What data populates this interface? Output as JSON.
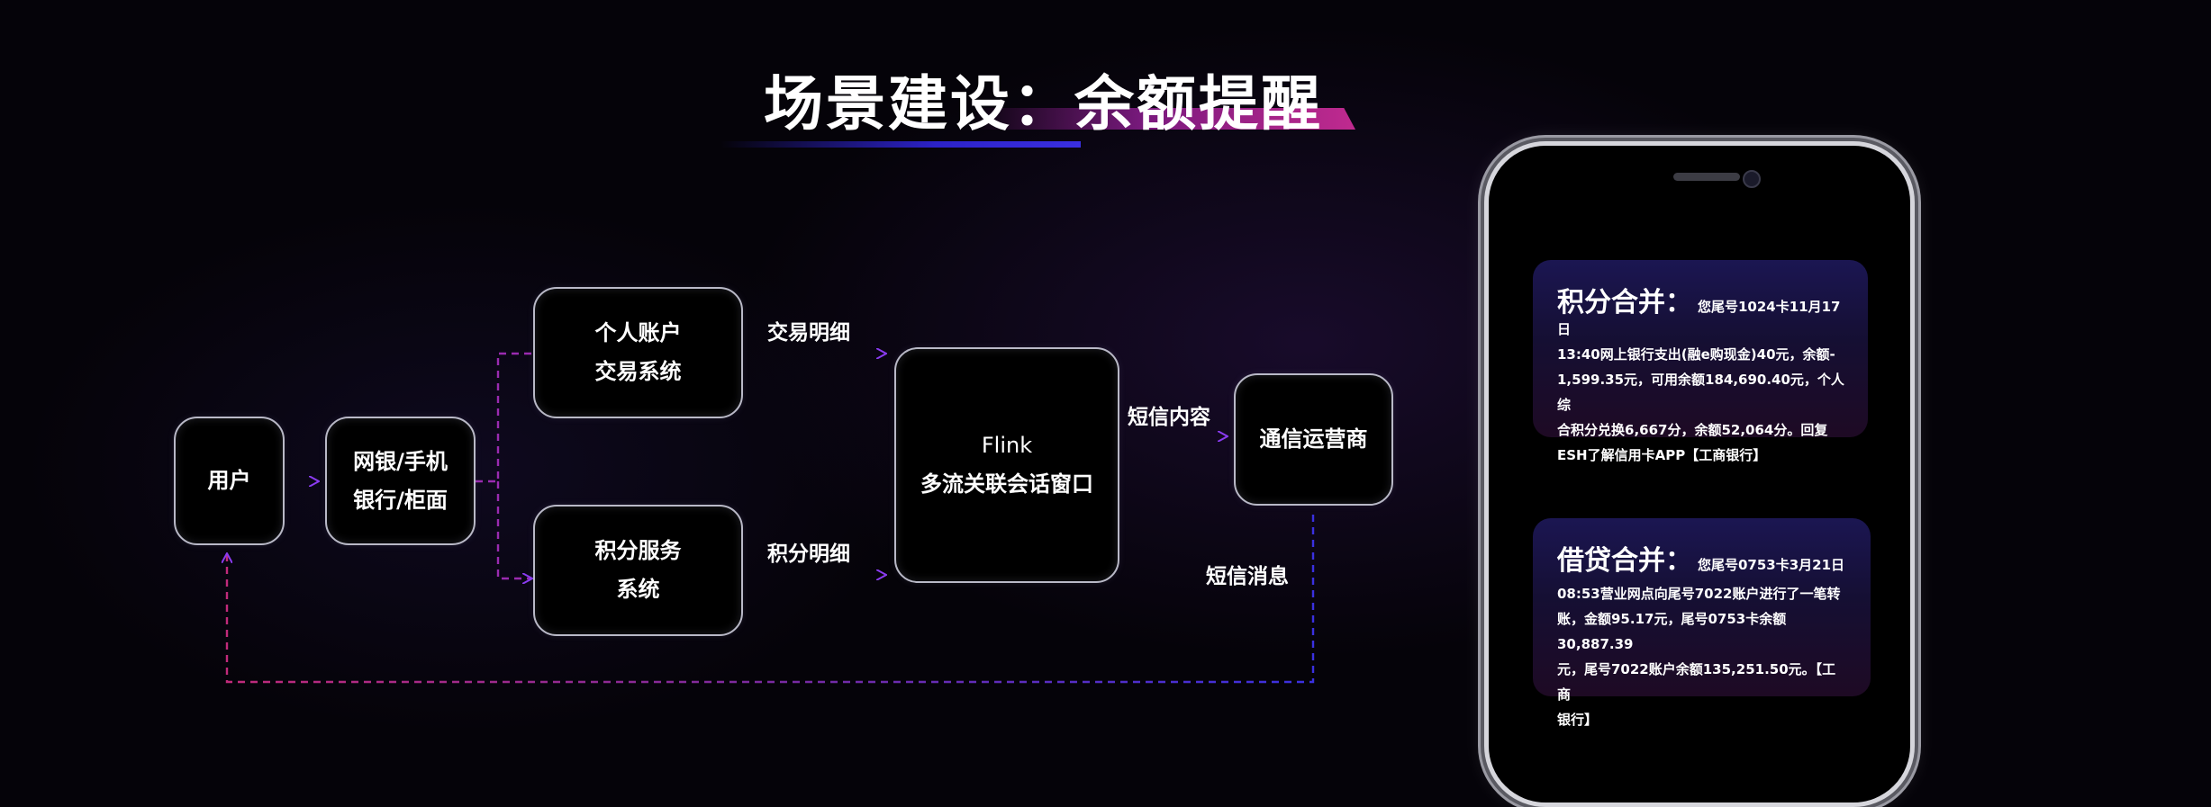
{
  "title": "场景建设：余额提醒",
  "nodes": {
    "user": [
      "用户"
    ],
    "channel": [
      "网银/手机",
      "银行/柜面"
    ],
    "personal": [
      "个人账户",
      "交易系统"
    ],
    "points": [
      "积分服务",
      "系统"
    ],
    "flink": [
      "Flink",
      "多流关联会话窗口"
    ],
    "telecom": [
      "通信运营商"
    ]
  },
  "edge_labels": {
    "trade_detail": "交易明细",
    "points_detail": "积分明细",
    "sms_content": "短信内容",
    "sms_message": "短信消息"
  },
  "phone": {
    "cards": [
      {
        "heading": "积分合并：",
        "first_line": "您尾号1024卡11月17日",
        "lines": [
          "13:40网上银行支出(融e购现金)40元，余额-",
          "1,599.35元，可用余额184,690.40元，个人综",
          "合积分兑换6,667分，余额52,064分。回复",
          "ESH了解信用卡APP【工商银行】"
        ]
      },
      {
        "heading": "借贷合并：",
        "first_line": "您尾号0753卡3月21日",
        "lines": [
          "08:53营业网点向尾号7022账户进行了一笔转",
          "账，金额95.17元，尾号0753卡余额30,887.39",
          "元，尾号7022账户余额135,251.50元。【工商",
          "银行】"
        ]
      }
    ]
  },
  "colors": {
    "edge_start": "#8a2be2",
    "edge_mid": "#c0307a",
    "edge_end": "#3a30e0"
  }
}
